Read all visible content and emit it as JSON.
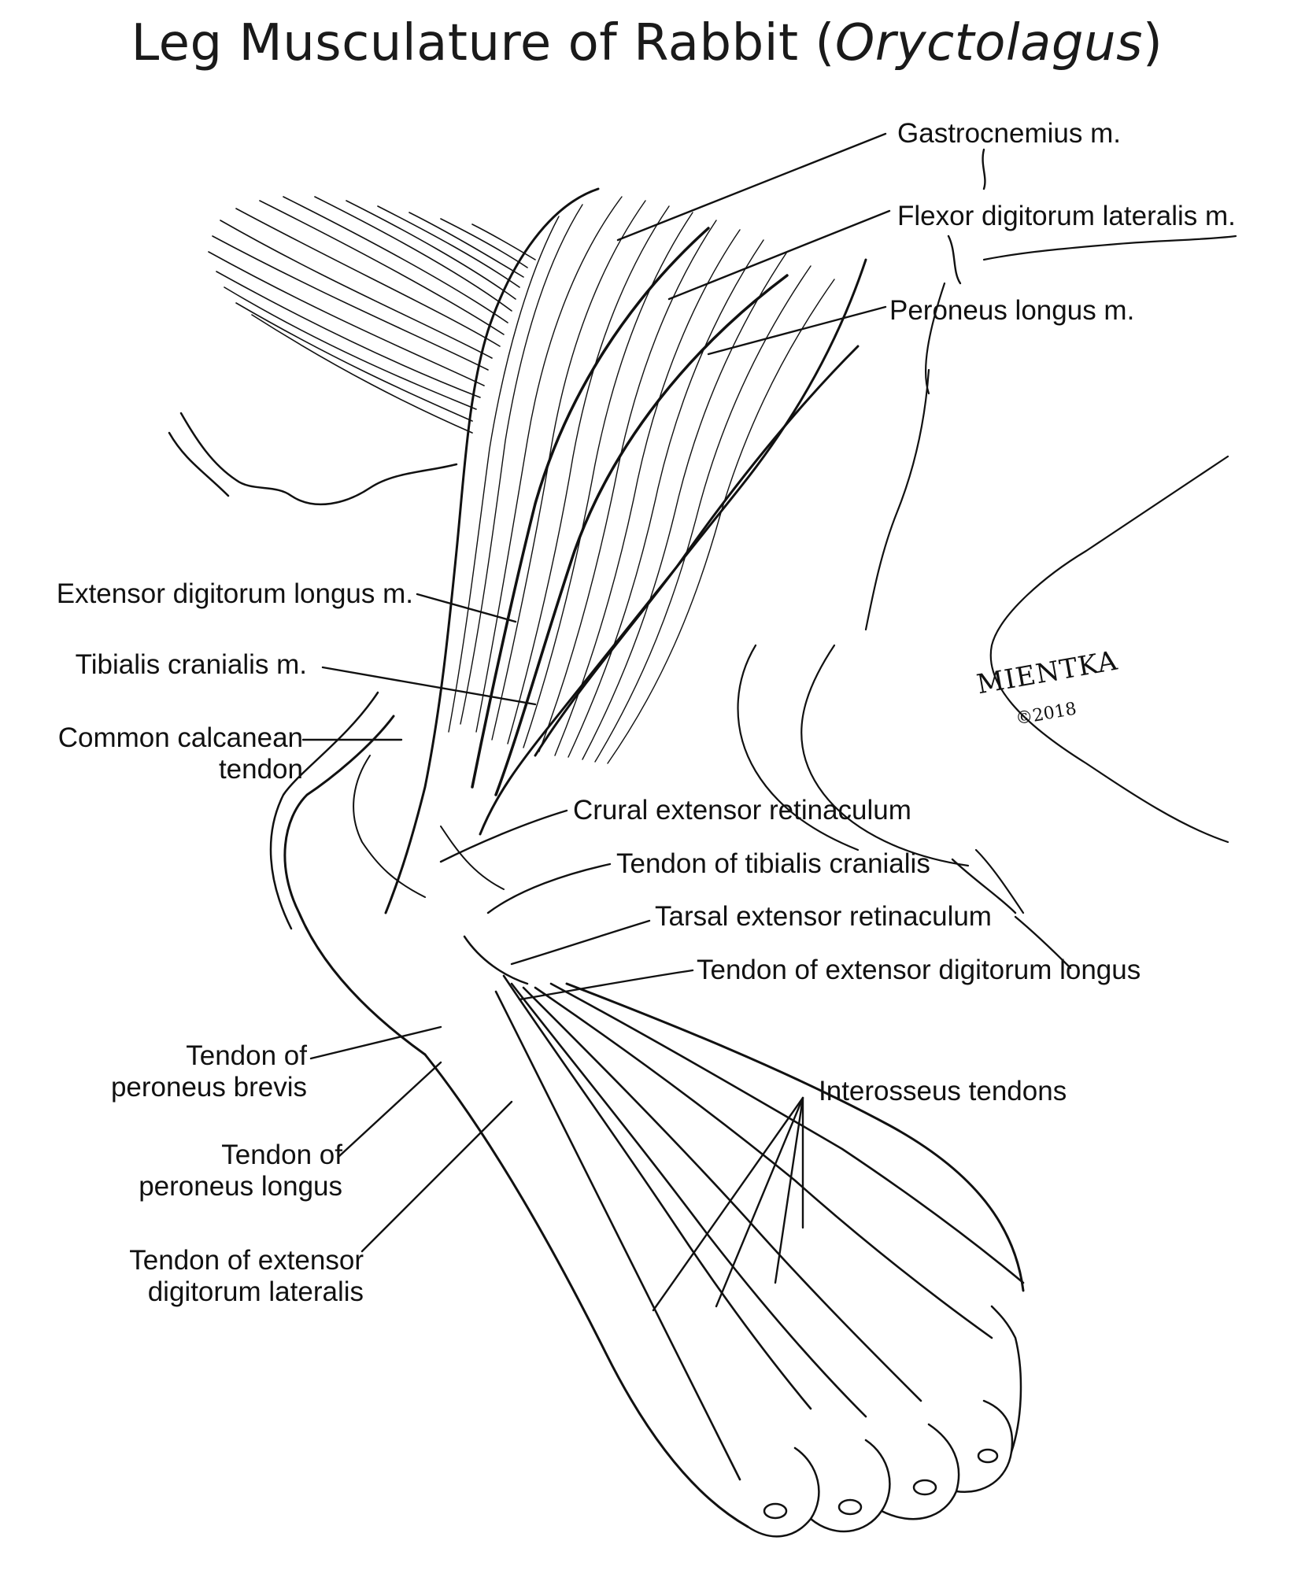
{
  "title": {
    "main": "Leg Musculature of Rabbit (",
    "genus": "Oryctolagus",
    "close": ")"
  },
  "labels": {
    "gastrocnemius": "Gastrocnemius m.",
    "flexor_digitorum_lateralis": "Flexor digitorum lateralis m.",
    "peroneus_longus": "Peroneus longus m.",
    "extensor_digitorum_longus": "Extensor digitorum longus m.",
    "tibialis_cranialis": "Tibialis cranialis m.",
    "common_calcanean": [
      "Common calcanean",
      "tendon"
    ],
    "crural_extensor_retinaculum": "Crural extensor retinaculum",
    "tendon_tibialis_cranialis": "Tendon of tibialis cranialis",
    "tarsal_extensor_retinaculum": "Tarsal extensor retinaculum",
    "tendon_extensor_digitorum_longus": "Tendon of extensor digitorum longus",
    "interosseus_tendons": "Interosseus tendons",
    "tendon_peroneus_brevis": [
      "Tendon of",
      "peroneus brevis"
    ],
    "tendon_peroneus_longus": [
      "Tendon of",
      "peroneus longus"
    ],
    "tendon_extensor_digitorum_lateralis": [
      "Tendon of extensor",
      "digitorum lateralis"
    ]
  },
  "signature": {
    "name": "MIENTKA",
    "year": "©2018"
  }
}
